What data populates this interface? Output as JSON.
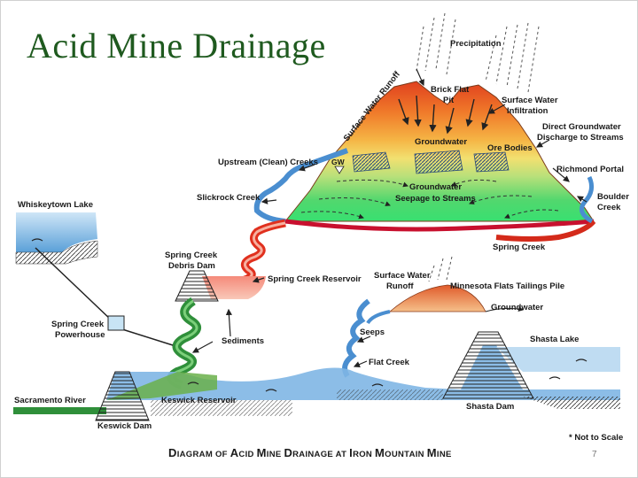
{
  "slide": {
    "title": "Acid Mine Drainage",
    "page_number": "7"
  },
  "diagram": {
    "labels": {
      "precipitation": "Precipitation",
      "surface_runoff_top": "Surface Water Runoff",
      "brick_flat_1": "Brick Flat",
      "brick_flat_2": "Pit",
      "infiltration_1": "Surface Water",
      "infiltration_2": "Infiltration",
      "direct_gw_1": "Direct Groundwater",
      "direct_gw_2": "Discharge to Streams",
      "groundwater_upper": "Groundwater",
      "ore_bodies": "Ore Bodies",
      "upstream_creeks": "Upstream (Clean) Creeks",
      "gw_marker": "GW",
      "richmond_portal": "Richmond Portal",
      "gw_seepage_1": "Groundwater",
      "gw_seepage_2": "Seepage to Streams",
      "slickrock_creek": "Slickrock Creek",
      "boulder_creek_1": "Boulder",
      "boulder_creek_2": "Creek",
      "whiskeytown_lake": "Whiskeytown Lake",
      "spring_creek": "Spring Creek",
      "debris_dam_1": "Spring Creek",
      "debris_dam_2": "Debris Dam",
      "spring_creek_reservoir": "Spring Creek Reservoir",
      "runoff_lower_1": "Surface Water",
      "runoff_lower_2": "Runoff",
      "tailings_pile": "Minnesota Flats Tailings Pile",
      "groundwater_lower": "Groundwater",
      "powerhouse_1": "Spring Creek",
      "powerhouse_2": "Powerhouse",
      "sediments": "Sediments",
      "seeps": "Seeps",
      "shasta_lake": "Shasta Lake",
      "flat_creek": "Flat Creek",
      "sacramento_river": "Sacramento River",
      "keswick_reservoir": "Keswick Reservoir",
      "keswick_dam": "Keswick Dam",
      "shasta_dam": "Shasta Dam",
      "not_to_scale": "* Not to Scale"
    },
    "caption_parts": [
      "D",
      "IAGRAM OF ",
      "A",
      "CID ",
      "M",
      "INE ",
      "D",
      "RAINAGE AT ",
      "I",
      "RON ",
      "M",
      "OUNTAIN ",
      "M",
      "INE"
    ],
    "colors": {
      "title": "#1f5a1f",
      "water": "#5aa0d8",
      "acid_stream": "#d42a1a",
      "green_stream": "#2f8f3a"
    }
  }
}
